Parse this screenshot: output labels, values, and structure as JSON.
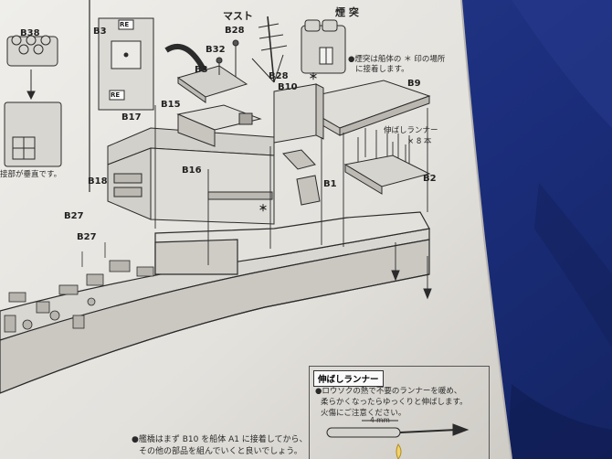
{
  "labels": {
    "b38": "B38",
    "b3_top": "B3",
    "re_top": "RE",
    "re_bottom": "RE",
    "b32": "B32",
    "b3_mid": "B3",
    "b28_top": "B28",
    "mast": "マスト",
    "smokestack": "煙 突",
    "b28_mid": "B28",
    "b10": "B10",
    "b9": "B9",
    "b17": "B17",
    "b15": "B15",
    "b16": "B16",
    "b18": "B18",
    "b1": "B1",
    "b2": "B2",
    "b27_top": "B27",
    "b27_bottom": "B27",
    "asterisk1": "＊",
    "asterisk2": "＊"
  },
  "notes": {
    "left_fragment": "接部が垂直です。",
    "funnel_note_1": "●煙突は船体の ＊ 印の場所",
    "funnel_note_2": "に接着します。",
    "runner_note_1": "伸ばしランナー",
    "runner_note_2": "× 8 本",
    "bottom_note_1": "●艦橋はまず B10 を船体 A1 に接着してから、",
    "bottom_note_2": "その他の部品を組んでいくと良いでしょう。"
  },
  "stretched_runner_box": {
    "title": "伸ばしランナー",
    "line_1": "●ロウソクの熱で不要のランナーを暖め、",
    "line_2": "柔らかくなったらゆっくりと伸ばします。",
    "line_3": "火傷にご注意ください。",
    "dimension": "4 mm"
  },
  "colors": {
    "paper": "#e4e2dd",
    "ink": "#2b2b2b",
    "cloth": "#1d3386"
  }
}
